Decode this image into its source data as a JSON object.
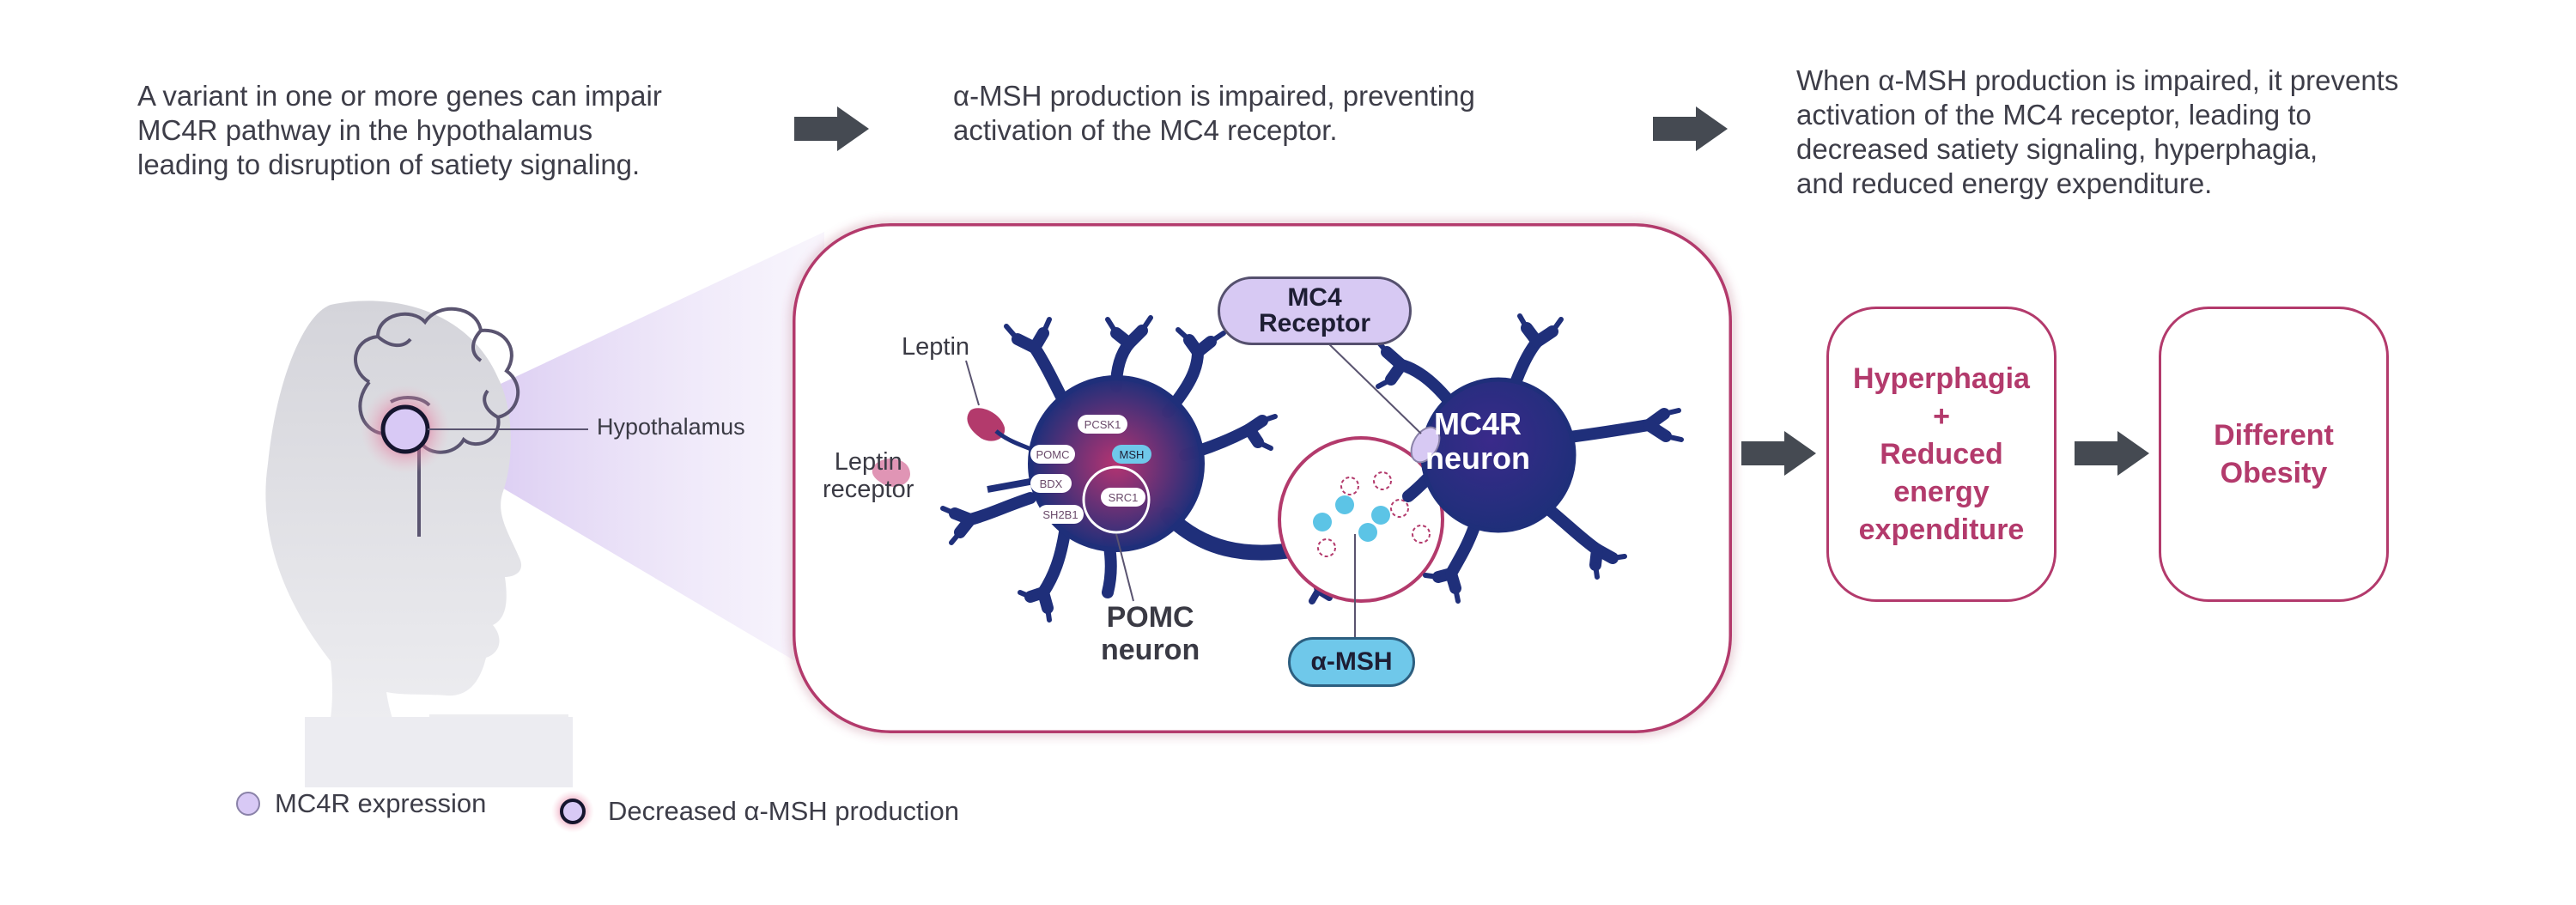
{
  "captions": {
    "step1": "A variant in one or more genes can impair\nMC4R pathway in the hypothalamus\nleading to disruption of satiety signaling.",
    "step2": "α-MSH production is impaired, preventing\nactivation of the MC4 receptor.",
    "step3": "When α-MSH production is impaired, it prevents\nactivation of the MC4 receptor, leading to\ndecreased satiety signaling, hyperphagia,\nand reduced energy expenditure."
  },
  "head": {
    "hypothalamus_label": "Hypothalamus"
  },
  "neurons": {
    "leptin": "Leptin",
    "leptin_receptor": "Leptin\nreceptor",
    "pomc_neuron": "POMC\nneuron",
    "mc4r_neuron": "MC4R\nneuron",
    "mc4_receptor": "MC4\nReceptor",
    "alpha_msh": "α-MSH",
    "gene_labels": [
      "PCSK1",
      "POMC",
      "MSH",
      "BDX",
      "SRC1",
      "SH2B1"
    ]
  },
  "outcomes": {
    "box1": "Hyperphagia\n+\nReduced\nenergy\nexpenditure",
    "box2": "Different\nObesity"
  },
  "legend": {
    "item1": "MC4R expression",
    "item2": "Decreased α-MSH production"
  },
  "colors": {
    "accent": "#b33a6c",
    "neuron": "#1f2f7a",
    "arrow": "#454a52",
    "receptor": "#d7c9f3",
    "alpha_msh": "#6fc8ea"
  }
}
